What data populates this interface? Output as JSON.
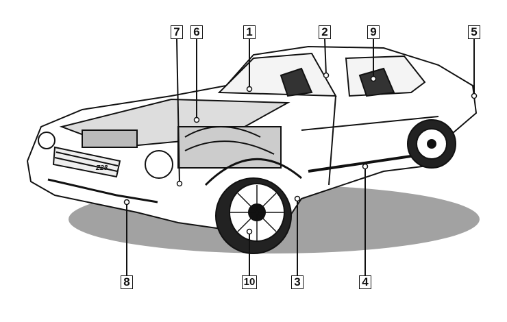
{
  "diagram": {
    "subject": "car-cutaway",
    "callouts": [
      {
        "label": "7"
      },
      {
        "label": "6"
      },
      {
        "label": "1"
      },
      {
        "label": "2"
      },
      {
        "label": "9"
      },
      {
        "label": "5"
      },
      {
        "label": "8"
      },
      {
        "label": "10"
      },
      {
        "label": "3"
      },
      {
        "label": "4"
      }
    ],
    "badge_text": "Z28"
  },
  "colors": {
    "ink": "#111111",
    "background": "#ffffff",
    "shadow": "#444444"
  }
}
